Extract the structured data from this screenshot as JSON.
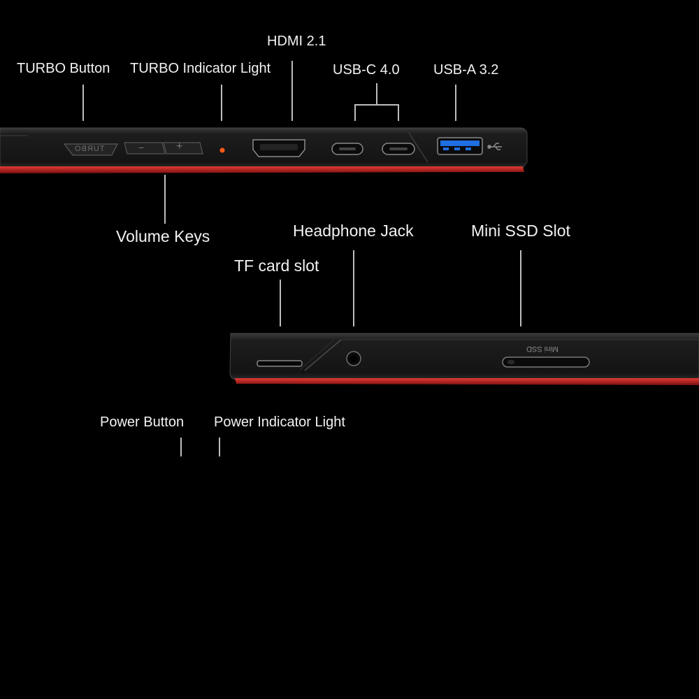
{
  "labels": {
    "turbo_button": "TURBO Button",
    "turbo_indicator": "TURBO Indicator Light",
    "hdmi": "HDMI 2.1",
    "usb_c": "USB-C 4.0",
    "usb_a": "USB-A 3.2",
    "volume_keys": "Volume Keys",
    "headphone_jack": "Headphone Jack",
    "mini_ssd_slot": "Mini SSD Slot",
    "tf_card_slot": "TF card slot",
    "power_button": "Power Button",
    "power_indicator": "Power Indicator Light"
  },
  "device_print": {
    "turbo_key": "TURBO",
    "minus_key": "−",
    "plus_key": "+",
    "mini_ssd": "Mini SSD"
  },
  "colors": {
    "background": "#000000",
    "body": "#1b1b1b",
    "accent_red": "#c8201e",
    "indicator_orange": "#ff5a1a",
    "usb_blue": "#1f6fe0"
  }
}
